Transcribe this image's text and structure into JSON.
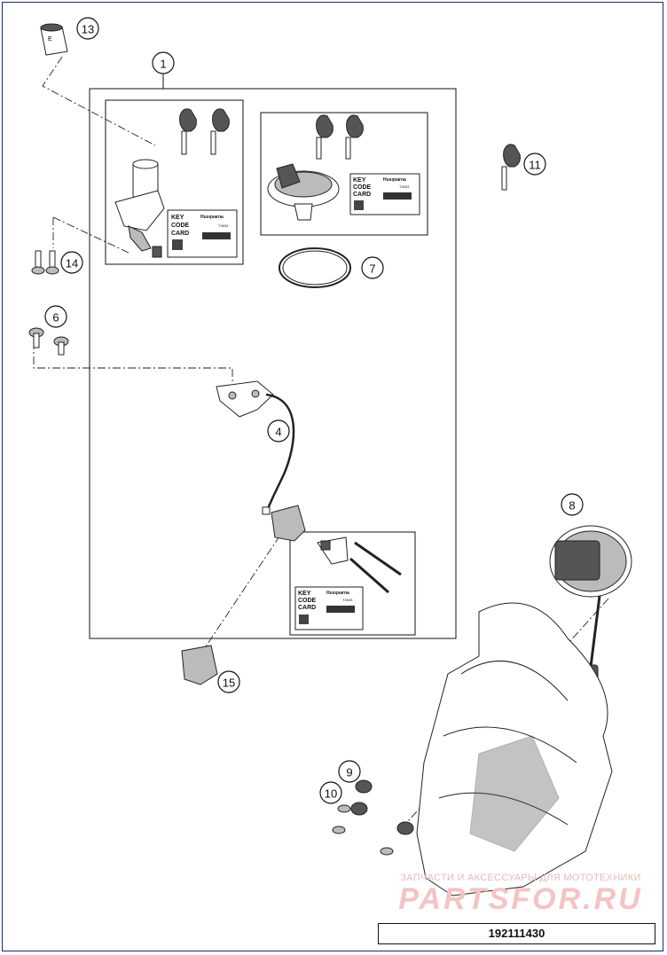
{
  "callouts": {
    "c1": "1",
    "c4": "4",
    "c6": "6",
    "c7": "7",
    "c8": "8",
    "c9": "9",
    "c10": "10",
    "c11": "11",
    "c13": "13",
    "c14": "14",
    "c15": "15"
  },
  "key_card": {
    "line1": "KEY",
    "line2": "CODE",
    "line3": "CARD",
    "brand": "Husqvarna",
    "code": "T2633"
  },
  "watermark": {
    "line1": "ЗАПЧАСТИ И АКСЕССУАРЫ ДЛЯ МОТОТЕХНИКИ",
    "line2": "PARTSFOR.RU"
  },
  "reference_number": "192111430",
  "colors": {
    "frame": "#1a2a6b",
    "ink": "#111111",
    "watermark": "#f4c4c4"
  }
}
